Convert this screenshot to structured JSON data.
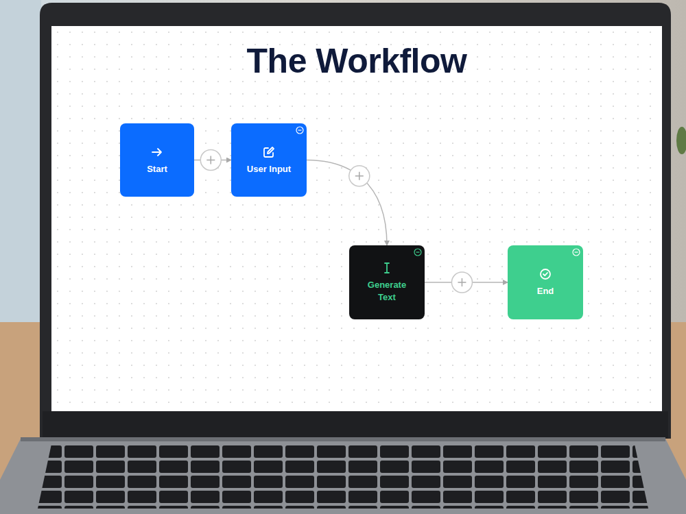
{
  "diagram": {
    "title": "The Workflow",
    "nodes": [
      {
        "text": [
          "Start"
        ]
      },
      {
        "text": [
          "User Input"
        ]
      },
      {
        "text": [
          "Generate Text"
        ]
      },
      {
        "text": [
          "End"
        ]
      }
    ],
    "edges": [
      {
        "from": 0,
        "to": 1,
        "arrow": "to"
      },
      {
        "from": 1,
        "to": 2,
        "arrow": "to"
      },
      {
        "from": 2,
        "to": 3,
        "arrow": "to"
      }
    ]
  }
}
